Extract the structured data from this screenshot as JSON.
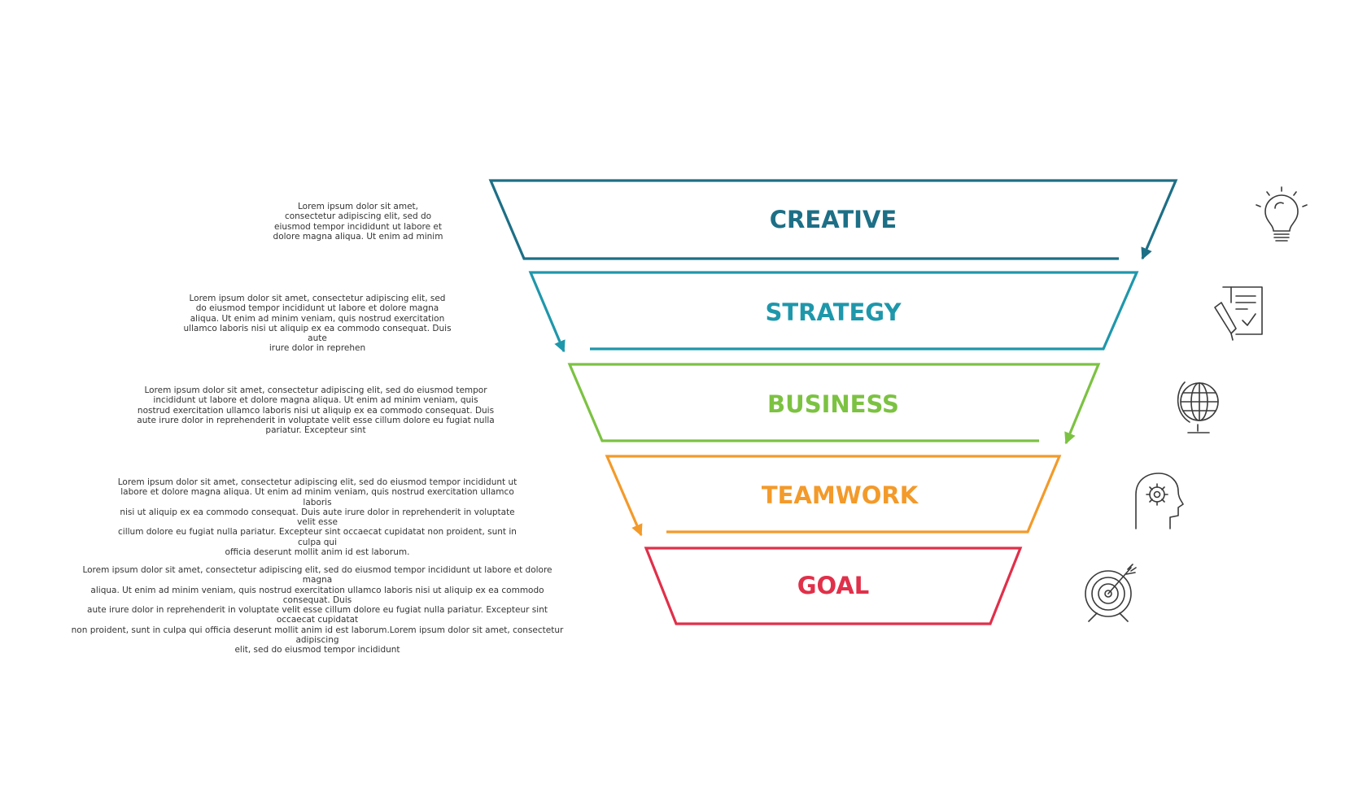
{
  "steps": [
    {
      "label": "CREATIVE",
      "color": "#1d6f86",
      "icon": "lightbulb-icon",
      "description": "Lorem ipsum dolor sit amet,\nconsectetur adipiscing elit, sed do\neiusmod tempor incididunt ut labore et\ndolore magna aliqua. Ut enim ad minim"
    },
    {
      "label": "STRATEGY",
      "color": "#1f97ab",
      "icon": "document-pen-icon",
      "description": "Lorem ipsum dolor sit amet, consectetur adipiscing elit, sed\ndo eiusmod tempor incididunt ut labore et dolore magna\naliqua. Ut enim ad minim veniam, quis nostrud exercitation\nullamco laboris nisi ut aliquip ex ea commodo consequat. Duis aute\nirure dolor in reprehen"
    },
    {
      "label": "BUSINESS",
      "color": "#7cc242",
      "icon": "globe-icon",
      "description": "Lorem ipsum dolor sit amet, consectetur adipiscing elit, sed do eiusmod tempor\nincididunt ut labore et dolore magna aliqua. Ut enim ad minim veniam, quis\nnostrud exercitation ullamco laboris nisi ut aliquip ex ea commodo consequat. Duis\naute irure dolor in reprehenderit in voluptate velit esse cillum dolore eu fugiat nulla\npariatur. Excepteur sint"
    },
    {
      "label": "TEAMWORK",
      "color": "#f39a2a",
      "icon": "head-gear-icon",
      "description": "Lorem ipsum dolor sit amet, consectetur adipiscing elit, sed do eiusmod tempor incididunt ut\nlabore et dolore magna aliqua. Ut enim ad minim veniam, quis nostrud exercitation ullamco laboris\nnisi ut aliquip ex ea commodo consequat. Duis aute irure dolor in reprehenderit in voluptate velit esse\ncillum dolore eu fugiat nulla pariatur. Excepteur sint occaecat cupidatat non proident, sunt in culpa qui\nofficia deserunt mollit anim id est laborum."
    },
    {
      "label": "GOAL",
      "color": "#e0304a",
      "icon": "target-icon",
      "description": "Lorem ipsum dolor sit amet, consectetur adipiscing elit, sed do eiusmod tempor incididunt ut labore et dolore magna\naliqua. Ut enim ad minim veniam, quis nostrud exercitation ullamco laboris nisi ut aliquip ex ea commodo consequat. Duis\naute irure dolor in reprehenderit in voluptate velit esse cillum dolore eu fugiat nulla pariatur. Excepteur sint occaecat cupidatat\nnon proident, sunt in culpa qui officia deserunt mollit anim id est laborum.Lorem ipsum dolor sit amet, consectetur adipiscing\nelit, sed do eiusmod tempor incididunt"
    }
  ]
}
